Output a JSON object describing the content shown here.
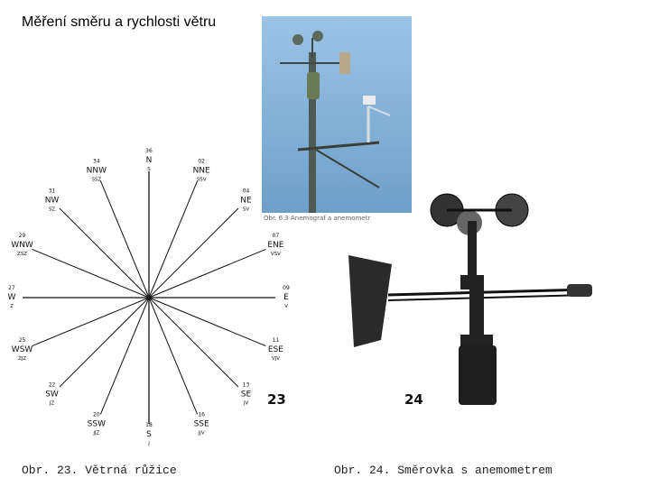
{
  "title": "Měření směru a rychlosti větru",
  "photo": {
    "caption": "Obr. 6.3 Anemograf a anemometr"
  },
  "rose": {
    "number": "23",
    "caption": "Obr. 23. Větrná růžice",
    "directions": [
      {
        "deg": "36",
        "code": "N",
        "local": "S"
      },
      {
        "deg": "02",
        "code": "NNE",
        "local": "SSV"
      },
      {
        "deg": "04",
        "code": "NE",
        "local": "SV"
      },
      {
        "deg": "07",
        "code": "ENE",
        "local": "VSV"
      },
      {
        "deg": "09",
        "code": "E",
        "local": "V"
      },
      {
        "deg": "11",
        "code": "ESE",
        "local": "VJV"
      },
      {
        "deg": "13",
        "code": "SE",
        "local": "JV"
      },
      {
        "deg": "16",
        "code": "SSE",
        "local": "JJV"
      },
      {
        "deg": "18",
        "code": "S",
        "local": "J"
      },
      {
        "deg": "20",
        "code": "SSW",
        "local": "JJZ"
      },
      {
        "deg": "22",
        "code": "SW",
        "local": "JZ"
      },
      {
        "deg": "25",
        "code": "WSW",
        "local": "ZJZ"
      },
      {
        "deg": "27",
        "code": "W",
        "local": "Z"
      },
      {
        "deg": "29",
        "code": "WNW",
        "local": "ZSZ"
      },
      {
        "deg": "31",
        "code": "NW",
        "local": "SZ"
      },
      {
        "deg": "34",
        "code": "NNW",
        "local": "SSZ"
      }
    ]
  },
  "vane": {
    "number": "24",
    "caption": "Obr. 24. Směrovka s anemometrem"
  },
  "colors": {
    "sky": "#7fb0d8",
    "mast": "#5a6a5e",
    "ink": "#111111"
  }
}
